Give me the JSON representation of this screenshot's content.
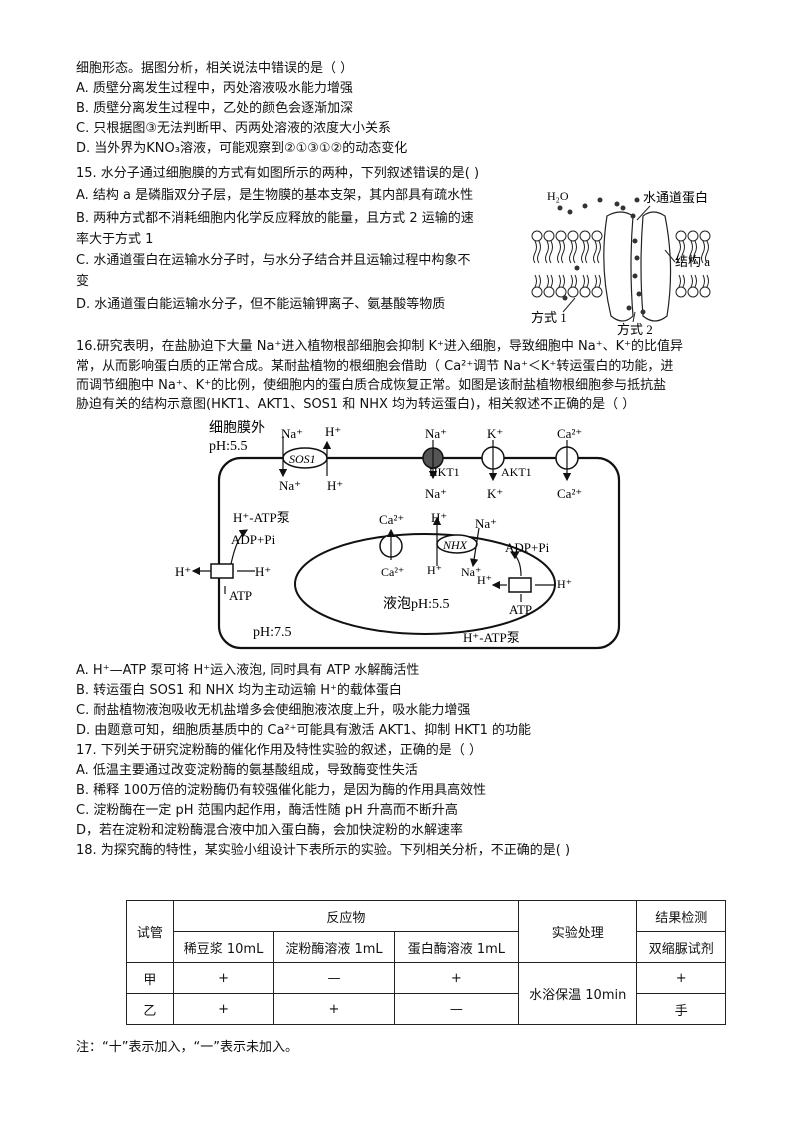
{
  "q14": {
    "stem": "细胞形态。据图分析，相关说法中错误的是（  ）",
    "options": [
      "A. 质壁分离发生过程中，丙处溶液吸水能力增强",
      "B. 质壁分离发生过程中，乙处的颜色会逐渐加深",
      "C. 只根据图③无法判断甲、丙两处溶液的浓度大小关系",
      "D. 当外界为KNO₃溶液，可能观察到②①③①②的动态变化"
    ]
  },
  "q15": {
    "stem": "15. 水分子通过细胞膜的方式有如图所示的两种，下列叙述错误的是( )",
    "options": [
      "A. 结构 a 是磷脂双分子层，是生物膜的基本支架，其内部具有疏水性",
      "B. 两种方式都不消耗细胞内化学反应释放的能量，且方式 2 运输的速",
      "率大于方式 1",
      "C. 水通道蛋白在运输水分子时，与水分子结合并且运输过程中构象不",
      "变",
      "D. 水通道蛋白能运输水分子，但不能运输钾离子、氨基酸等物质"
    ],
    "figure": {
      "h2o": "H₂O",
      "channel_label": "水通道蛋白",
      "structure_label": "结构 a",
      "way1": "方式 1",
      "way2": "方式 2"
    }
  },
  "q16": {
    "stem_lines": [
      "16.研究表明，在盐胁迫下大量 Na⁺进入植物根部细胞会抑制 K⁺进入细胞，导致细胞中 Na⁺、K⁺的比值异",
      "常，从而影响蛋白质的正常合成。某耐盐植物的根细胞会借助（ Ca²⁺调节 Na⁺＜K⁺转运蛋白的功能，进",
      "而调节细胞中 Na⁺、K⁺的比例，使细胞内的蛋白质合成恢复正常。如图是该耐盐植物根细胞参与抵抗盐",
      "胁迫有关的结构示意图(HKT1、AKT1、SOS1 和 NHX 均为转运蛋白)，相关叙述不正确的是（   ）"
    ],
    "figure": {
      "outside": "细胞膜外",
      "outside_ph": "pH:5.5",
      "na": "Na⁺",
      "h": "H⁺",
      "k": "K⁺",
      "ca": "Ca²⁺",
      "sos1": "SOS1",
      "hkt1": "HKT1",
      "akt1": "AKT1",
      "pump": "H⁺-ATP泵",
      "adp": "ADP+Pi",
      "atp": "ATP",
      "nhx": "NHX",
      "vacuole": "液泡pH:5.5",
      "cyto_ph": "pH:7.5"
    },
    "options": [
      "A. H⁺—ATP 泵可将 H⁺运入液泡, 同时具有 ATP 水解酶活性",
      "B. 转运蛋白 SOS1 和 NHX 均为主动运输 H⁺的载体蛋白",
      "C. 耐盐植物液泡吸收无机盐增多会使细胞液浓度上升，吸水能力增强",
      "D. 由题意可知，细胞质基质中的 Ca²⁺可能具有激活 AKT1、抑制 HKT1 的功能"
    ]
  },
  "q17": {
    "stem": "17. 下列关于研究淀粉酶的催化作用及特性实验的叙述，正确的是（   ）",
    "options": [
      "A. 低温主要通过改变淀粉酶的氨基酸组成，导致酶变性失活",
      "B. 稀释 100万倍的淀粉酶仍有较强催化能力，是因为酶的作用具高效性",
      "C. 淀粉酶在一定 pH 范围内起作用，酶活性随 pH 升高而不断升高",
      "D，若在淀粉和淀粉酶混合液中加入蛋白酶，会加快淀粉的水解速率"
    ]
  },
  "q18": {
    "stem": "18. 为探究酶的特性，某实验小组设计下表所示的实验。下列相关分析，不正确的是( )",
    "table": {
      "h_tube": "试管",
      "h_reactants": "反应物",
      "h_treatment": "实验处理",
      "h_result": "结果检测",
      "sub": [
        "稀豆浆 10mL",
        "淀粉酶溶液 1mL",
        "蛋白酶溶液 1mL"
      ],
      "sub_result": "双缩脲试剂",
      "rows": [
        {
          "tube": "甲",
          "cells": [
            "+",
            "—",
            "+"
          ],
          "result": "+"
        },
        {
          "tube": "乙",
          "cells": [
            "+",
            "+",
            "—"
          ],
          "result": "手"
        }
      ],
      "treatment": "水浴保温 10min"
    },
    "note": "注：“十”表示加入，“一”表示未加入。"
  }
}
